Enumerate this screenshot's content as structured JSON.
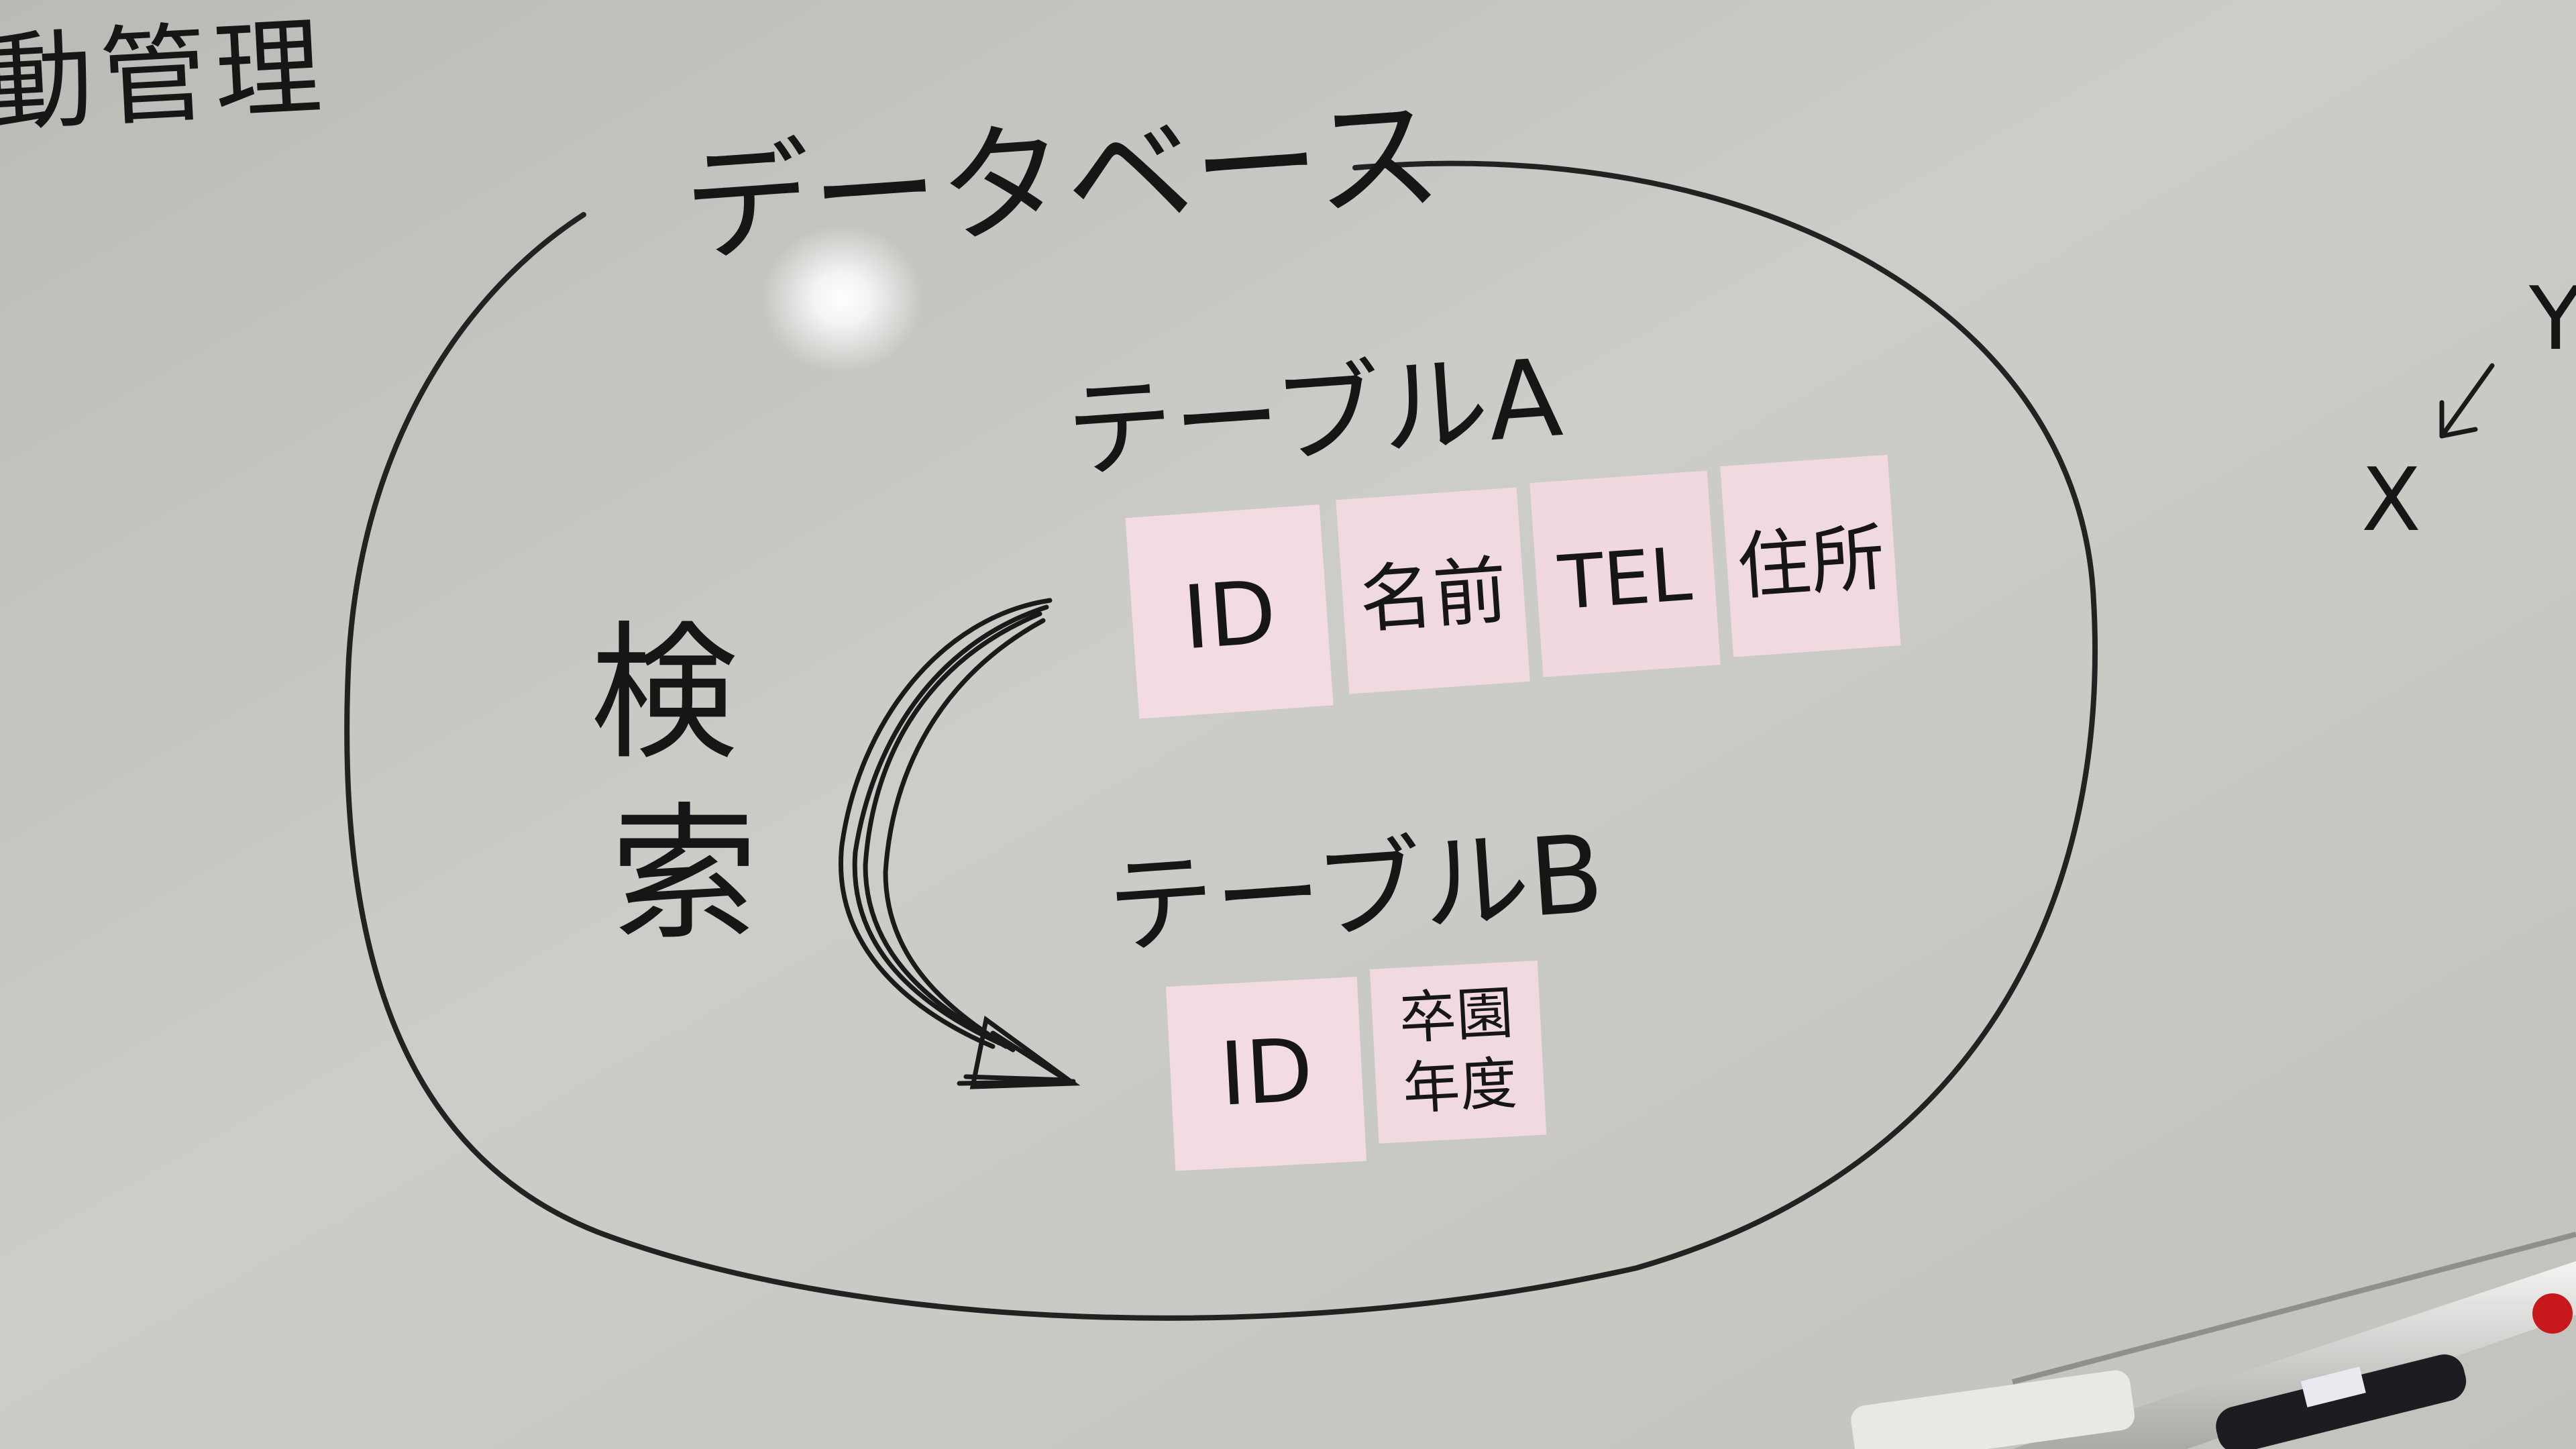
{
  "whiteboard": {
    "corner_text": "動管理",
    "circle_label": "データベース",
    "search_label": "検索",
    "table_a": {
      "label": "テーブルA",
      "notes": [
        "ID",
        "名前",
        "TEL",
        "住所"
      ]
    },
    "table_b": {
      "label": "テーブルB",
      "notes": [
        "ID",
        "卒園年度"
      ]
    },
    "axis_y": "Y",
    "axis_x": "X"
  },
  "colors": {
    "board": "#c9cac5",
    "ink": "#161616",
    "sticky_note": "#f2dbe1",
    "tray": "#e3e3e0"
  }
}
